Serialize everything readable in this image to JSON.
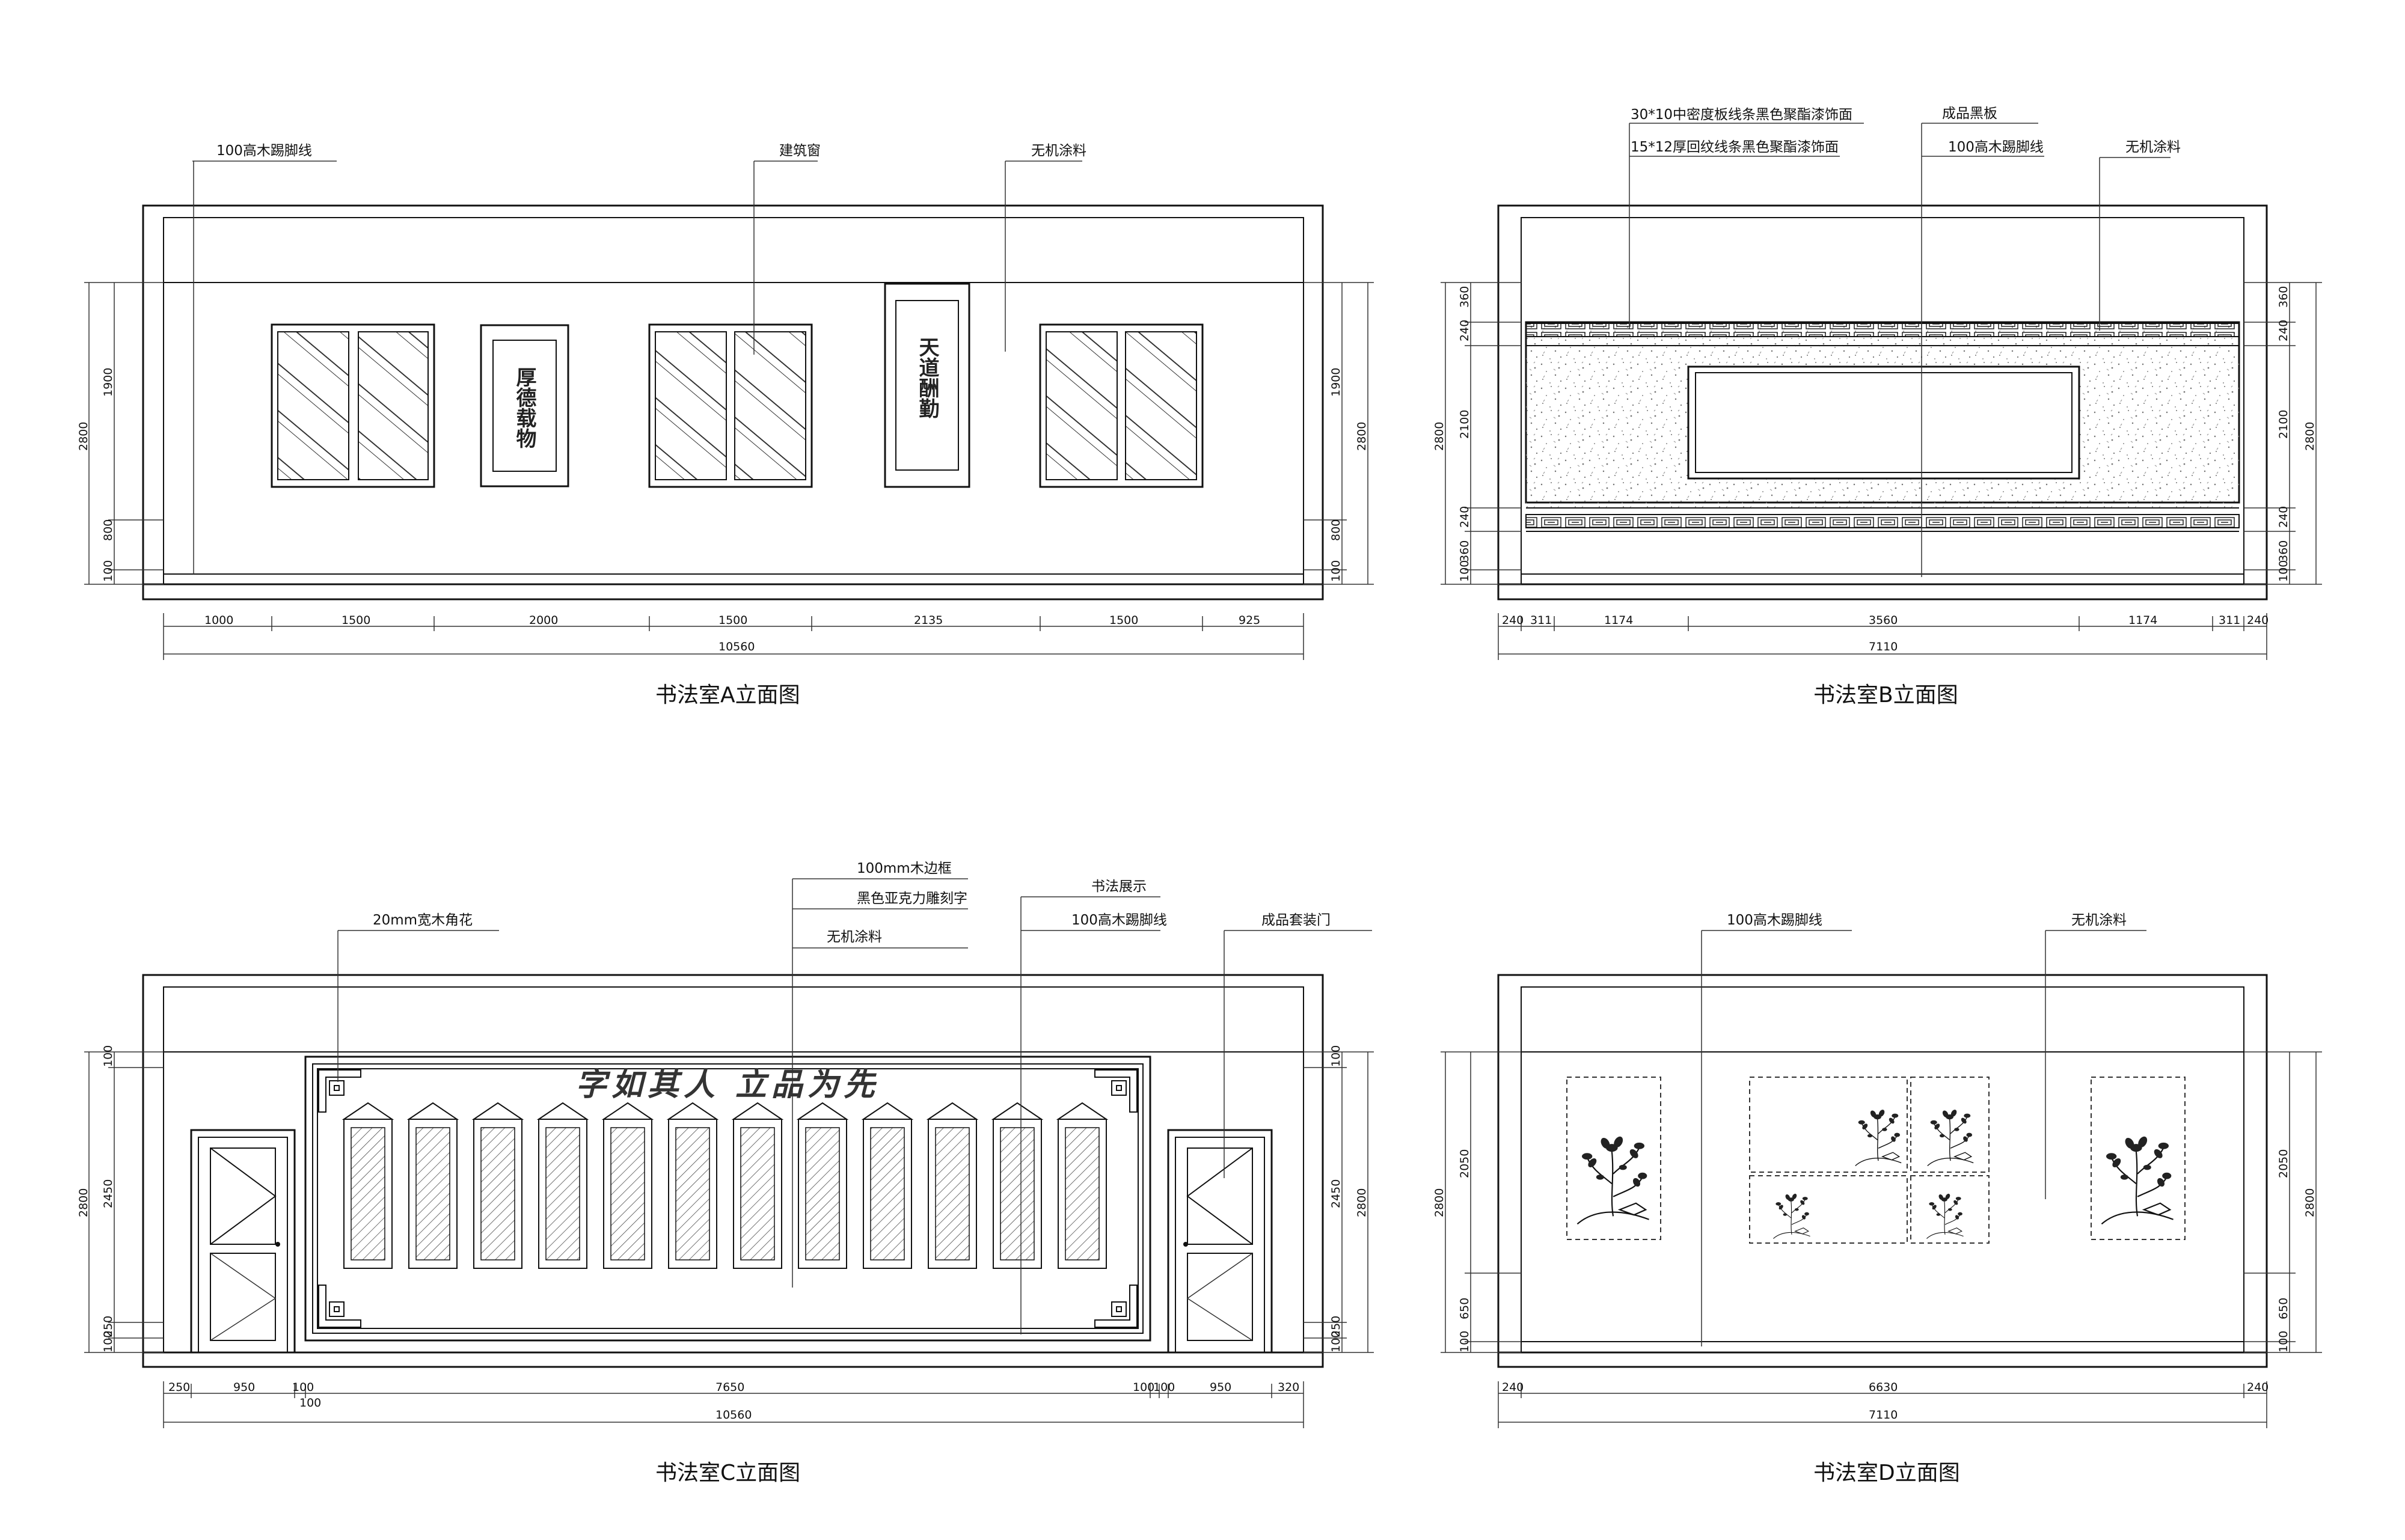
{
  "drawings": {
    "A": {
      "title": "书法室A立面图",
      "labels": {
        "skirting": "100高木踢脚线",
        "window": "建筑窗",
        "paint": "无机涂料",
        "scroll1": "厚德载物",
        "scroll2": "天道酬勤"
      },
      "dims_bottom": [
        "1000",
        "1500",
        "2000",
        "1500",
        "2135",
        "1500",
        "925"
      ],
      "total": "10560",
      "dims_left": [
        "2800",
        "1900",
        "800",
        "100"
      ],
      "dims_right": [
        "1900",
        "2800",
        "800",
        "100"
      ]
    },
    "B": {
      "title": "书法室B立面图",
      "labels": {
        "mdf": "30*10中密度板线条黑色聚酯漆饰面",
        "fret": "15*12厚回纹线条黑色聚酯漆饰面",
        "blackboard": "成品黑板",
        "skirting": "100高木踢脚线",
        "paint": "无机涂料"
      },
      "dims_bottom": [
        "240",
        "311",
        "1174",
        "3560",
        "1174",
        "311",
        "240"
      ],
      "total": "7110",
      "dims_left": [
        "360",
        "240",
        "2100",
        "240",
        "360",
        "100",
        "2800"
      ],
      "dims_right": [
        "360",
        "240",
        "2100",
        "240",
        "360",
        "100",
        "2800"
      ]
    },
    "C": {
      "title": "书法室C立面图",
      "labels": {
        "frame": "100mm木边框",
        "acrylic": "黑色亚克力雕刻字",
        "paint": "无机涂料",
        "corner": "20mm宽木角花",
        "display": "书法展示",
        "skirting": "100高木踢脚线",
        "door": "成品套装门",
        "slogan": "字如其人 立品为先"
      },
      "dims_bottom": [
        "250",
        "950",
        "100",
        "7650",
        "100",
        "100",
        "950",
        "320"
      ],
      "dims_bottom_extra": "100",
      "total": "10560",
      "dims_left": [
        "100",
        "2800",
        "2450",
        "250",
        "100"
      ],
      "dims_right": [
        "100",
        "2450",
        "2800",
        "250",
        "100"
      ]
    },
    "D": {
      "title": "书法室D立面图",
      "labels": {
        "skirting": "100高木踢脚线",
        "paint": "无机涂料"
      },
      "dims_bottom": [
        "240",
        "6630",
        "240"
      ],
      "total": "7110",
      "dims_left": [
        "2800",
        "2050",
        "650",
        "100"
      ],
      "dims_right": [
        "2050",
        "2800",
        "650",
        "100"
      ]
    }
  }
}
